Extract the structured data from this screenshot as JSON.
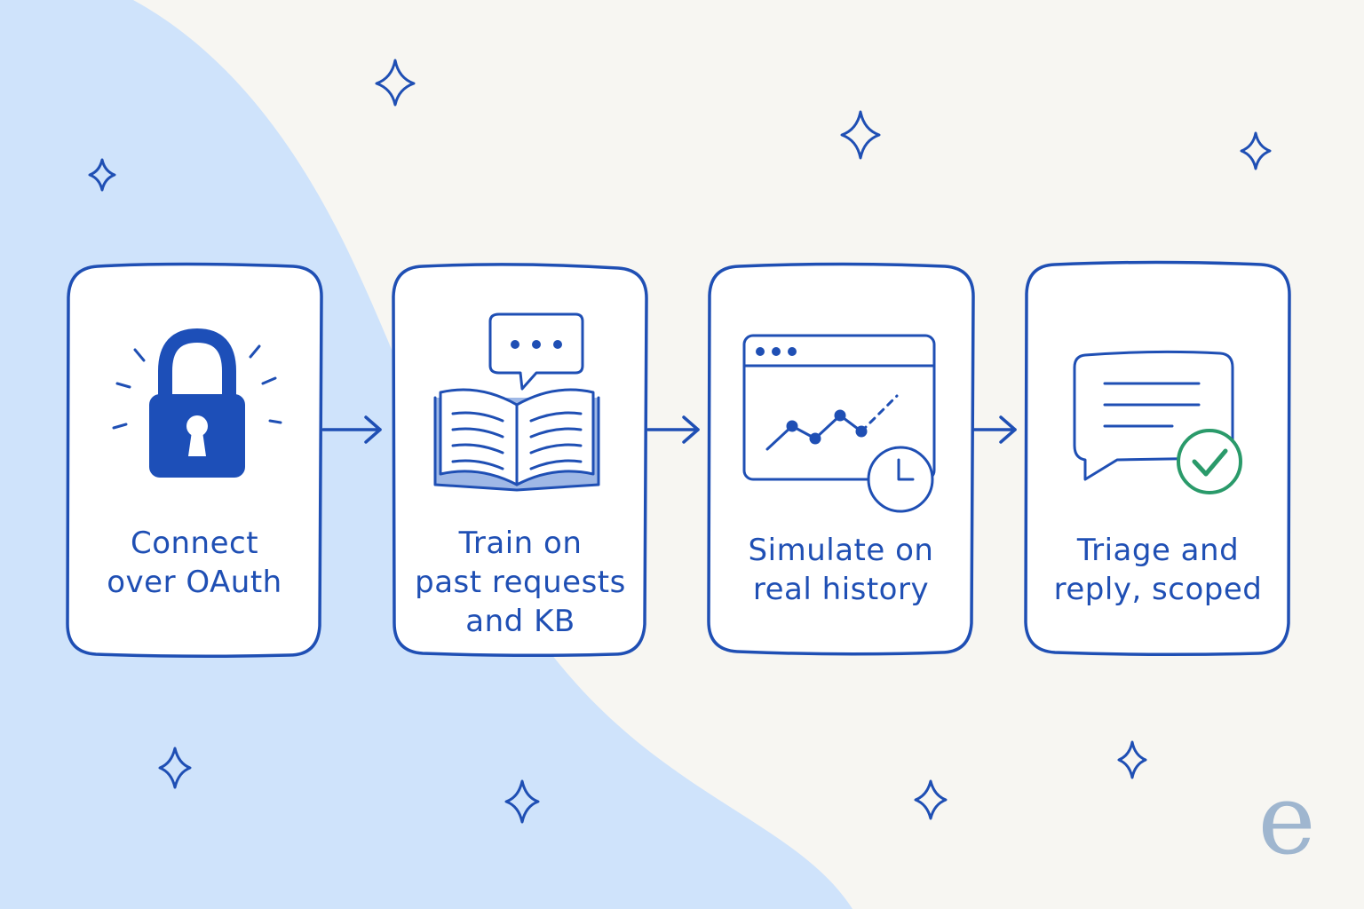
{
  "diagram": {
    "steps": [
      {
        "line1": "Connect",
        "line2": "over OAuth",
        "line3": "",
        "icon": "padlock-icon"
      },
      {
        "line1": "Train on",
        "line2": "past requests",
        "line3": "and KB",
        "icon": "open-book-chat-icon"
      },
      {
        "line1": "Simulate on",
        "line2": "real history",
        "line3": "",
        "icon": "browser-chart-clock-icon"
      },
      {
        "line1": "Triage and",
        "line2": "reply, scoped",
        "line3": "",
        "icon": "message-check-icon"
      }
    ],
    "connectors": [
      "arrow-right-icon",
      "arrow-right-icon",
      "arrow-right-icon"
    ],
    "decorations": [
      "sparkle-icon"
    ],
    "logo_text": "e",
    "colors": {
      "background": "#f7f6f2",
      "blob": "#cfe3fb",
      "ink": "#1f4fb4",
      "fill": "#1d4fb8",
      "check": "#2a9a6a",
      "logo": "#9fb6cf"
    }
  }
}
